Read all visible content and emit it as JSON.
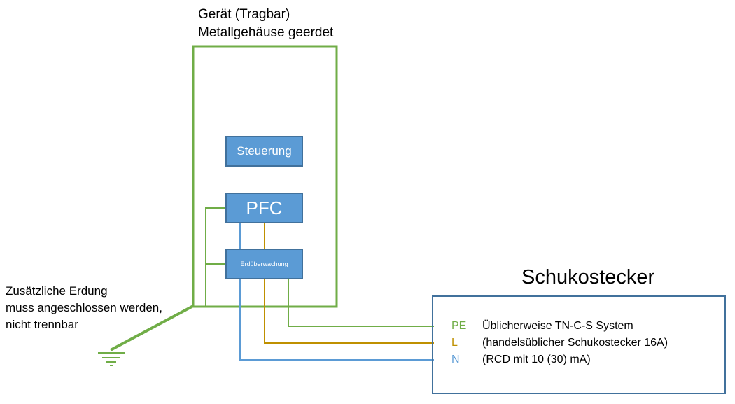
{
  "device": {
    "title_line1": "Gerät (Tragbar)",
    "title_line2": "Metallgehäuse geerdet"
  },
  "blocks": {
    "steuerung": "Steuerung",
    "pfc": "PFC",
    "erdueberwachung": "Erdüberwachung"
  },
  "earth_note": {
    "line1": "Zusätzliche Erdung",
    "line2": "muss angeschlossen werden,",
    "line3": "nicht trennbar"
  },
  "plug": {
    "title": "Schukostecker",
    "conductors": [
      {
        "label": "PE",
        "description": "Üblicherweise TN-C-S System",
        "color": "#70ad47"
      },
      {
        "label": "L",
        "description": "(handelsüblicher Schukostecker 16A)",
        "color": "#bf9000"
      },
      {
        "label": "N",
        "description": "(RCD mit 10 (30) mA)",
        "color": "#5b9bd5"
      }
    ]
  },
  "colors": {
    "enclosure": "#70ad47",
    "block_fill": "#5b9bd5",
    "block_border": "#41719c",
    "plug_border": "#41719c"
  }
}
